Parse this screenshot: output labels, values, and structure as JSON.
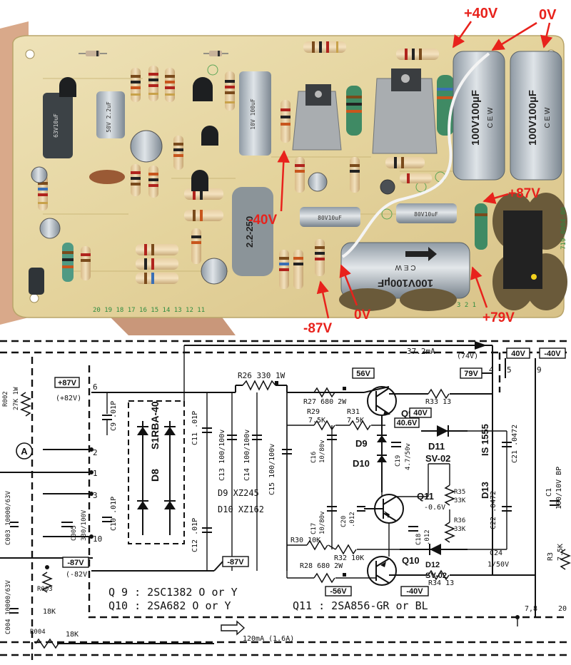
{
  "photo": {
    "voltage_annotations": {
      "plus40": "+40V",
      "zero_top": "0V",
      "plus87": "+87V",
      "minus40": "-40V",
      "minus87": "-87V",
      "zero_bottom": "0V",
      "plus79": "+79V"
    },
    "part_markings": {
      "cap_big_1": "100V100µF",
      "cap_big_2": "100V100µF",
      "cap_lower": "100V100µF",
      "cew": "C E W",
      "film_cap": "2.2-250",
      "board_number": "719-0004-00",
      "pin_row": "20 19 18 17 16 15 14 13 12 11",
      "pin_row_right": "3 2 1"
    }
  },
  "schematic": {
    "current_top": "37.2mA",
    "current_bottom": "120mA (1.6A)",
    "v74": "(74V)",
    "v40_top": "40V",
    "v_neg40_top": "-40V",
    "v79": "79V",
    "v56": "56V",
    "v87": "+87V",
    "v82": "(+82V)",
    "v_neg87": "-87V",
    "v_neg87b": "-87V",
    "v_neg82": "(-82V)",
    "v406": "40.6V",
    "v40_q9": "40V",
    "v_neg06": "-0.6V",
    "v_neg56": "-56V",
    "v_neg40_bottom": "-40V",
    "r26": "R26  330  1W",
    "r27": "R27 680 2W",
    "r29": "R29",
    "r29v": "7.5K",
    "r31": "R31",
    "r31v": "7.5K",
    "r33": "R33 13",
    "r35": "R35",
    "r35v": "33K",
    "r36": "R36",
    "r36v": "33K",
    "r30": "R30 10K",
    "r32": "R32 10K",
    "r28": "R28 680 2W",
    "r34": "R34 13",
    "r002": "R002",
    "r002v": "27K 1W",
    "r003": "R003",
    "r003v": "18K",
    "r004": "R004",
    "r004v": "18K",
    "r3": "R3",
    "r3v": "7.5K",
    "c9": "C9  .01P",
    "c11": "C11  .01P",
    "c13": "C13 100/100v",
    "c14": "C14 100/100v",
    "c15": "C15 100/100v",
    "c16": "C16",
    "c16v": "10/80v",
    "c19": "C19",
    "c19v": "4.7/50v",
    "c17": "C17",
    "c17v": "10/80v",
    "c20": "C20",
    "c20v": ".012",
    "c18": "C18",
    "c18v": ".012",
    "c21": "C21 .0472",
    "c22": "C22 .0472",
    "c24": "C24",
    "c24v": "1/50V",
    "c1": "C1",
    "c1v": "100/10V BP",
    "c003": "C003 10000/63V",
    "c004": "C004 10000/63V",
    "c005": "C005",
    "c005v": "330/100V",
    "c10": "C10 .01P",
    "c12": "C12 .01P",
    "d8": "D8",
    "s1rba": "S1RBA-40",
    "d9": "D9",
    "d10": "D10",
    "d9_part": "D9   XZ245",
    "d10_part": "D10   XZ162",
    "d11": "D11",
    "d11_part": "SV-02",
    "d12": "D12",
    "d12_part": "SV-02",
    "d13": "D13",
    "d13_part": "IS 1555",
    "q9": "Q9",
    "q10": "Q10",
    "q11": "Q11",
    "q9_part": "Q 9  : 2SC1382  O or Y",
    "q10_part": "Q10 : 2SA682  O or Y",
    "q11_part": "Q11 : 2SA856-GR or BL",
    "circle_a": "A",
    "pin_1": "1",
    "pin_2": "2",
    "pin_3": "3",
    "pin_6": "6",
    "pin_10": "10",
    "pin_4": "4",
    "pin_5": "5",
    "pin_9": "9",
    "pin_78": "7,8",
    "pin_20": "20"
  }
}
